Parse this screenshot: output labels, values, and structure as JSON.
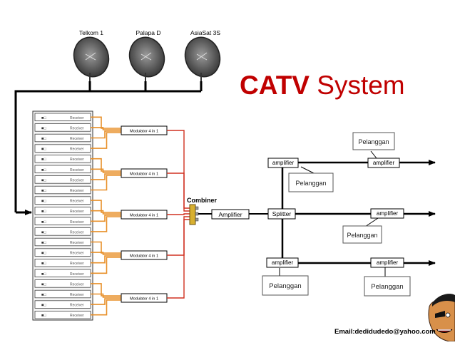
{
  "title": {
    "bold": "CATV",
    "rest": "System"
  },
  "satellites": [
    "Telkom 1",
    "Palapa D",
    "AsiaSat 3S"
  ],
  "receiver_label": "Receiver",
  "modulator_label": "Modulator 4 in 1",
  "combiner_label": "Combiner",
  "amplifier_label": "Amplifier",
  "splitter_label": "Splitter",
  "branch_amplifier_label": "amplifier",
  "subscriber_label": "Pelanggan",
  "email": "Email:dedidudedo@yahoo.com",
  "colors": {
    "title": "#c00000",
    "coax": "#e8902a",
    "rf_line": "#d03020",
    "combiner": "#d8b030"
  }
}
